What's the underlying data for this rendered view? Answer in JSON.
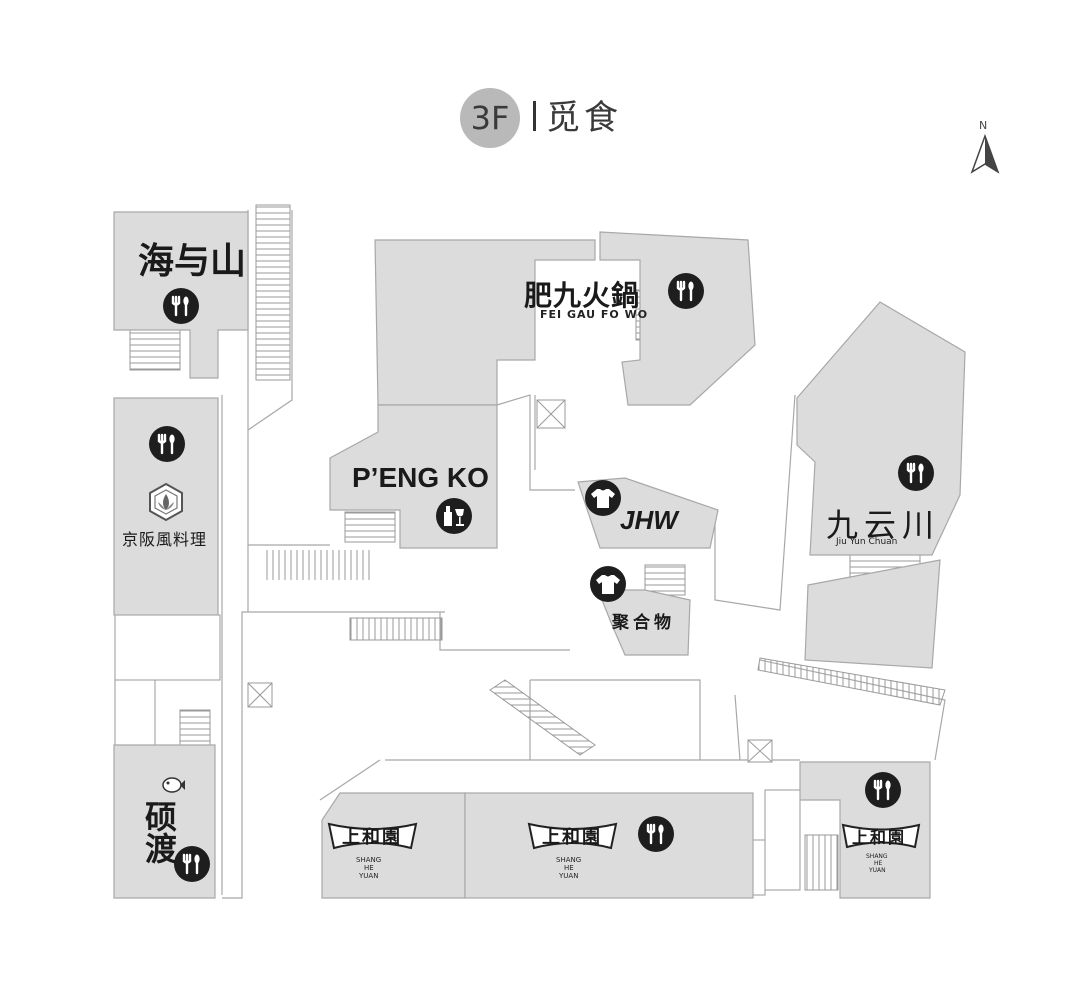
{
  "floor": {
    "level": "3F",
    "name": "觅食"
  },
  "compass": {
    "label": "N"
  },
  "stores": {
    "hai_yu_shan": {
      "name": "海与山"
    },
    "feigau": {
      "name": "肥九火鍋",
      "latin": "FEI GAU FO WO"
    },
    "pengko": {
      "name": "P’ENG KO"
    },
    "jiu_yun_chuan": {
      "name": "九云川",
      "latin": "Jiu Yun Chuan"
    },
    "jhw": {
      "name": "JHW"
    },
    "ju_he_wu": {
      "name": "聚合物"
    },
    "japanese": {
      "name": "京阪風料理"
    },
    "shuo_du": {
      "name": "硕渡"
    },
    "shanghe_1": {
      "name": "上和園",
      "latin": [
        "SHANG",
        "HE",
        "YUAN"
      ]
    },
    "shanghe_2": {
      "name": "上和園",
      "latin": [
        "SHANG",
        "HE",
        "YUAN"
      ]
    },
    "shanghe_3": {
      "name": "上和園",
      "latin": [
        "SHANG",
        "HE",
        "YUAN"
      ]
    }
  },
  "icons": {
    "dining": "fork-knife-icon",
    "bar": "wine-bottle-icon",
    "clothing": "tshirt-icon"
  },
  "colors": {
    "store_fill": "#dcdcdc",
    "outline": "#a8a8a8",
    "icon_bg": "#1e1e1e",
    "badge": "#b9b9b9"
  }
}
